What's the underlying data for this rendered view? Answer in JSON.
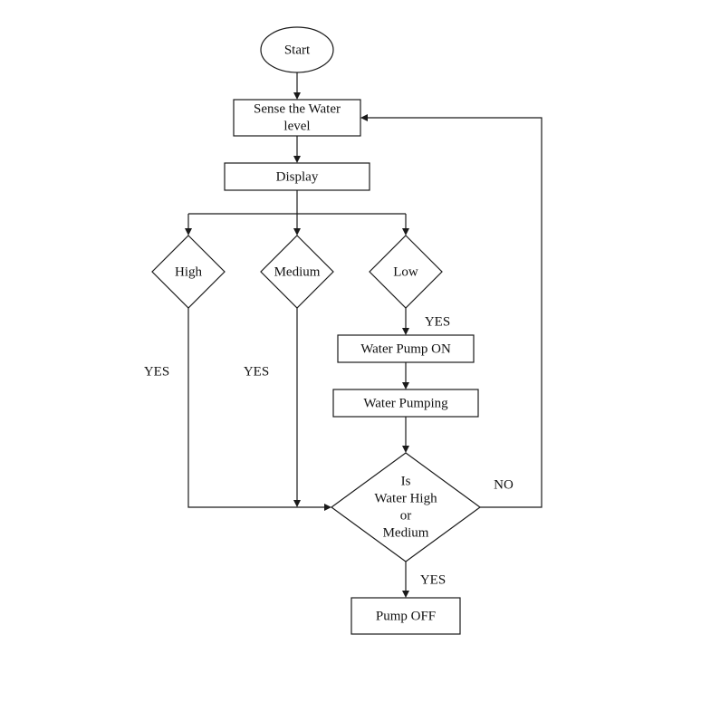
{
  "nodes": {
    "start": "Start",
    "sense_line1": "Sense the Water",
    "sense_line2": "level",
    "display": "Display",
    "high": "High",
    "medium": "Medium",
    "low": "Low",
    "pump_on": "Water Pump ON",
    "pumping": "Water Pumping",
    "decision_line1": "Is",
    "decision_line2": "Water High",
    "decision_line3": "or",
    "decision_line4": "Medium",
    "pump_off": "Pump OFF"
  },
  "edge_labels": {
    "low_yes": "YES",
    "high_yes": "YES",
    "medium_yes": "YES",
    "decision_no": "NO",
    "decision_yes": "YES"
  }
}
